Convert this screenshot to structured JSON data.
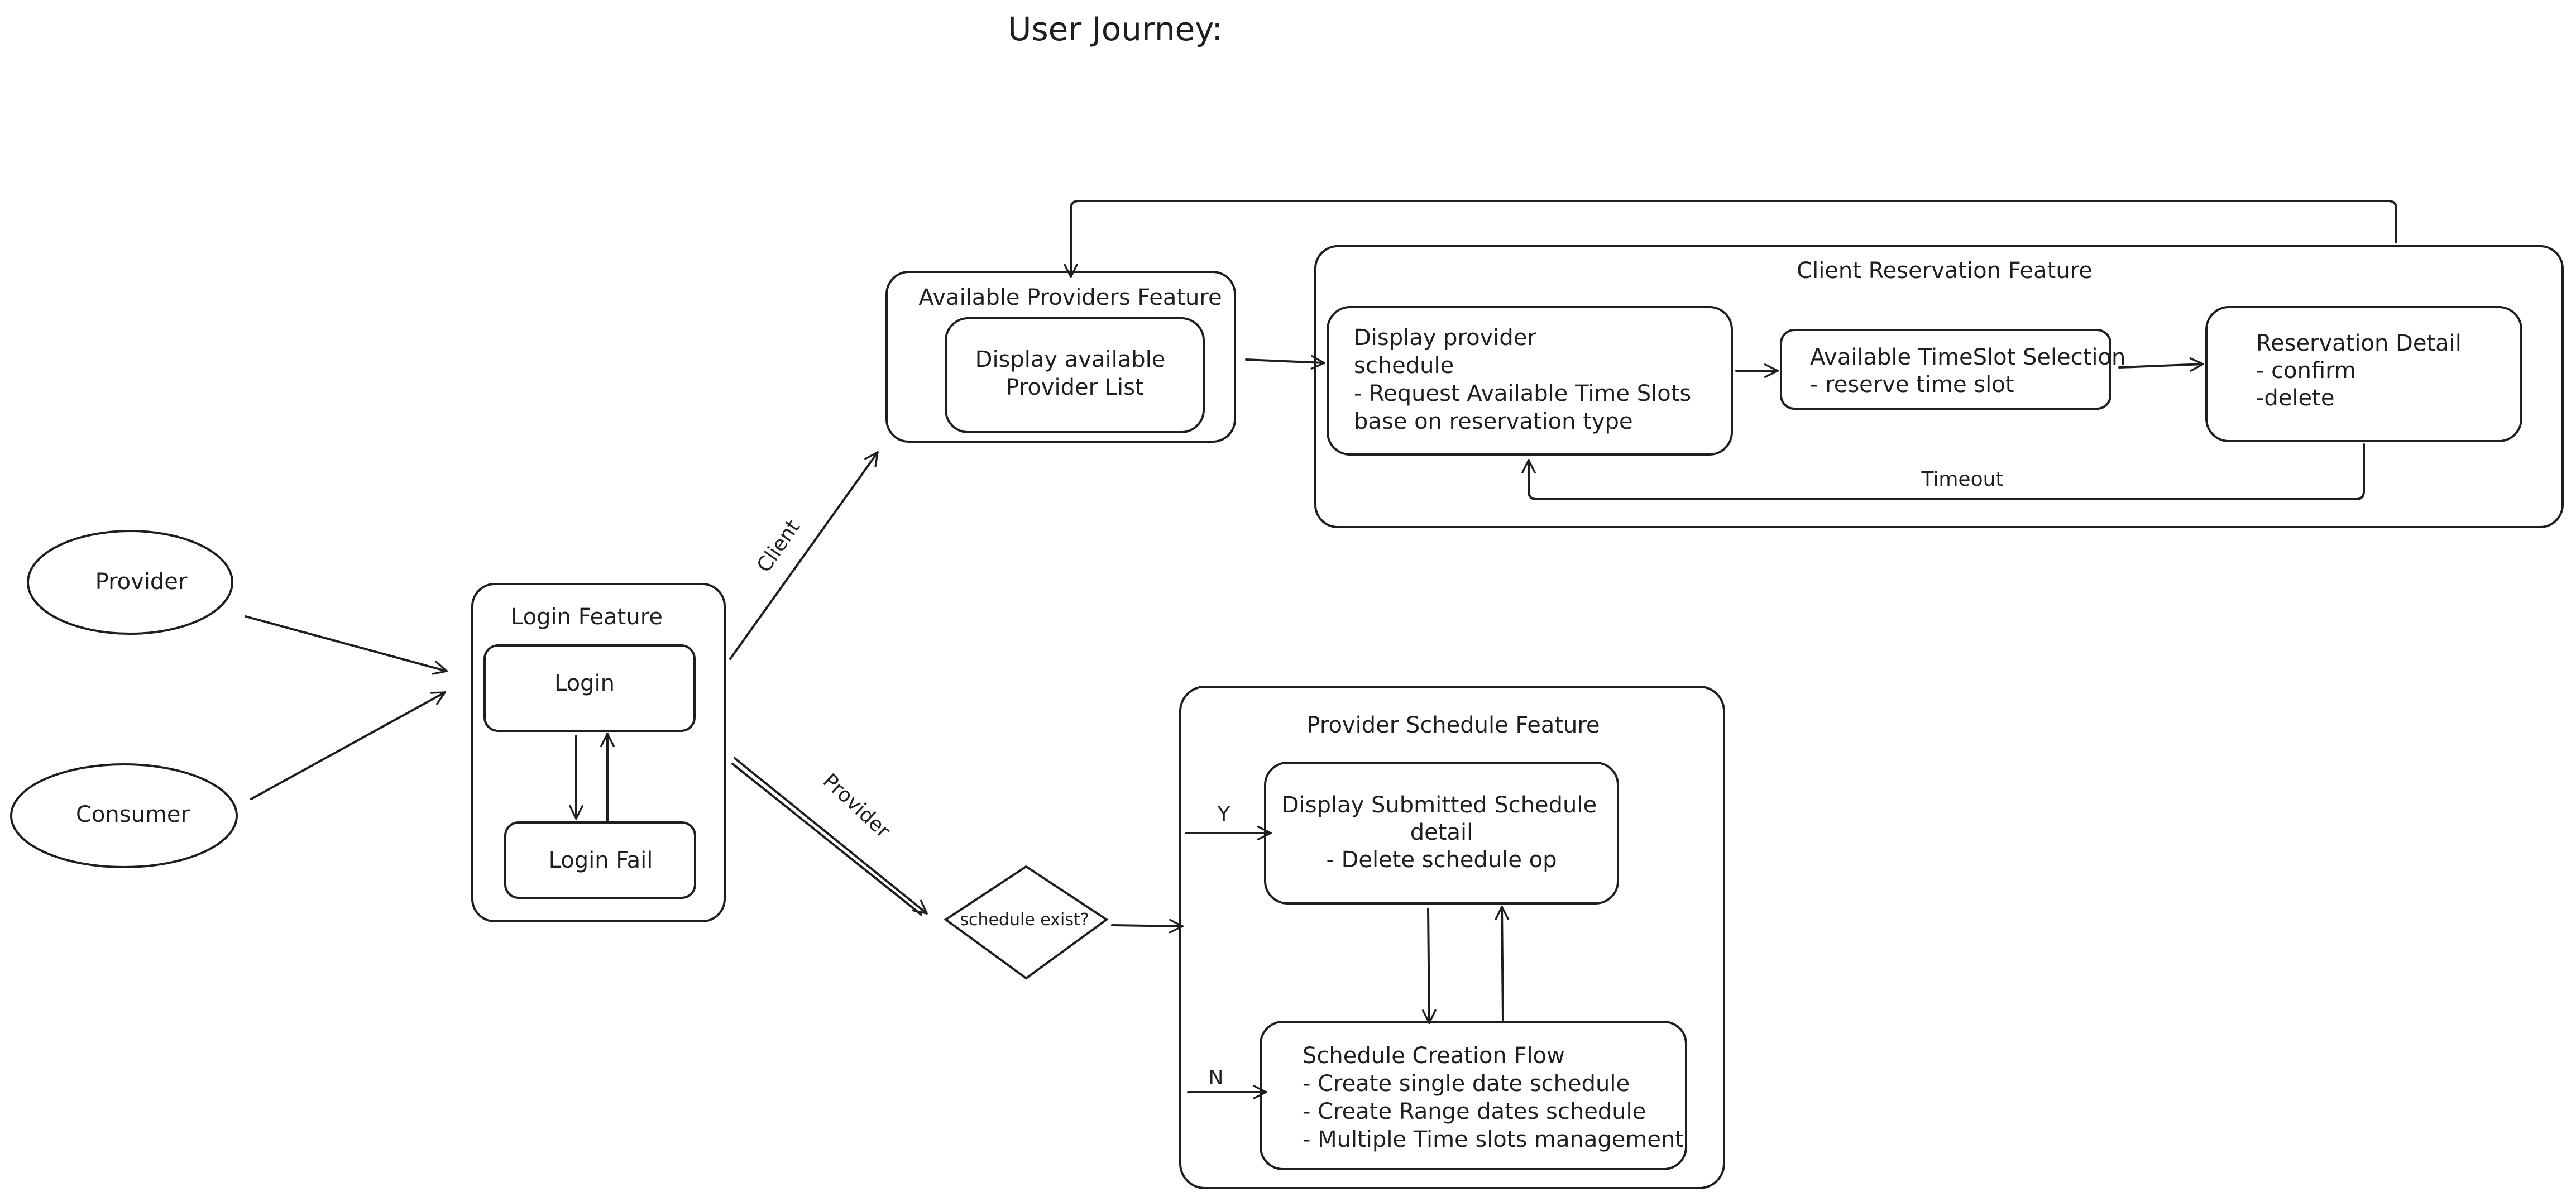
{
  "title": "User Journey:",
  "actors": {
    "provider": "Provider",
    "consumer": "Consumer"
  },
  "login_feature": {
    "title": "Login Feature",
    "login": "Login",
    "login_fail": "Login Fail"
  },
  "available_providers": {
    "title": "Available Providers Feature",
    "node_lines": [
      "Display available",
      "Provider List"
    ]
  },
  "client_reservation": {
    "title": "Client Reservation Feature",
    "schedule_lines": [
      "Display provider",
      "schedule",
      "- Request Available Time Slots",
      "base on reservation type"
    ],
    "timeslot_lines": [
      "Available TimeSlot Selection",
      "- reserve time slot"
    ],
    "detail_lines": [
      "Reservation Detail",
      "- confirm",
      "-delete"
    ],
    "timeout_label": "Timeout"
  },
  "decision": {
    "label": "schedule exist?"
  },
  "provider_schedule": {
    "title": "Provider Schedule Feature",
    "submitted_lines": [
      "Display Submitted Schedule",
      "detail",
      "- Delete schedule op"
    ],
    "creation_lines": [
      "Schedule Creation Flow",
      "- Create single date schedule",
      "- Create Range dates schedule",
      "- Multiple Time slots management"
    ]
  },
  "edges": {
    "client": "Client",
    "provider": "Provider",
    "yes": "Y",
    "no": "N"
  }
}
